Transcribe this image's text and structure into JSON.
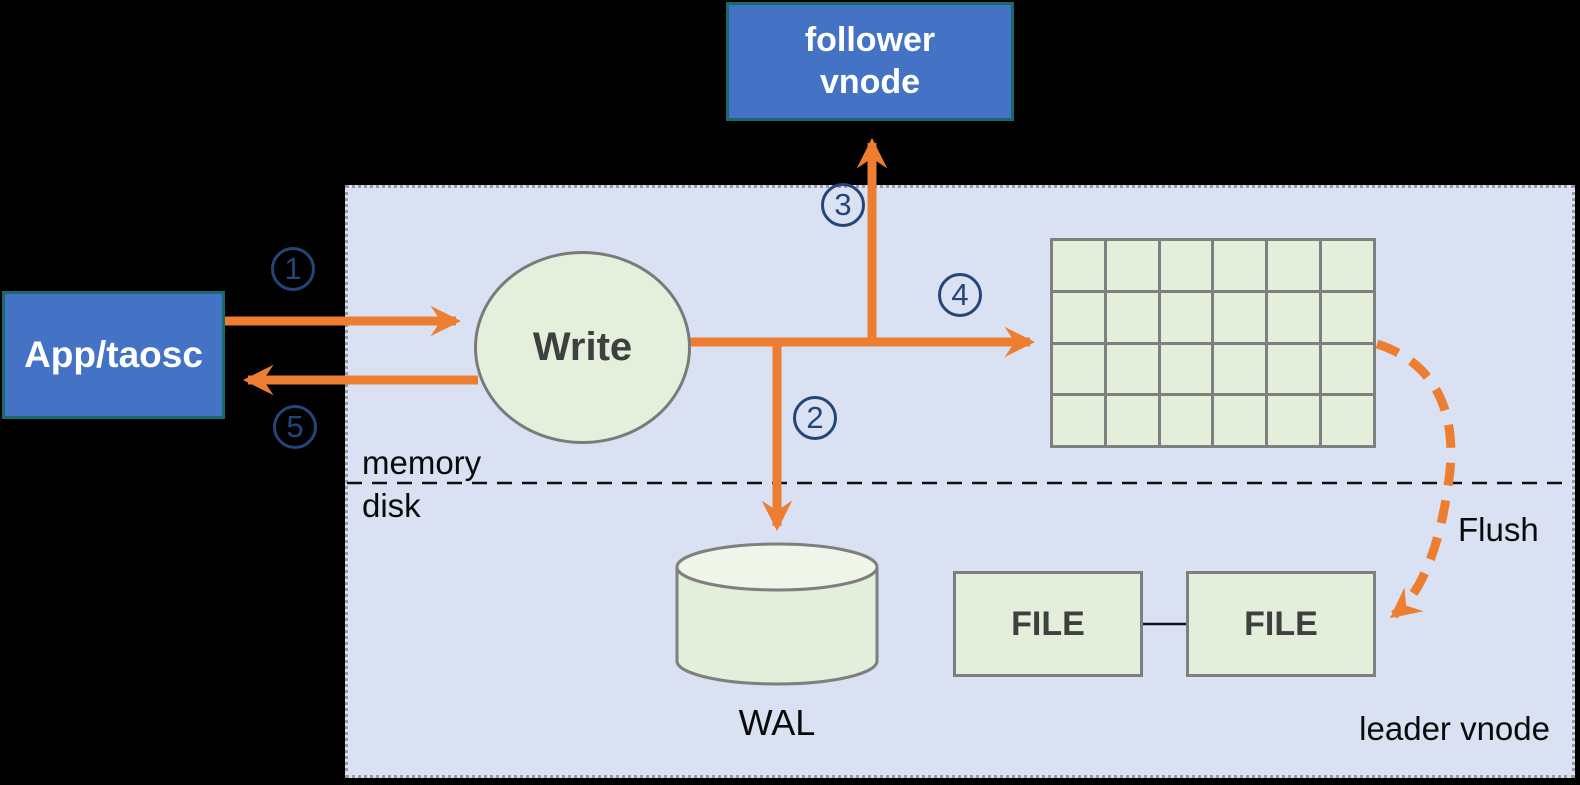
{
  "diagram": {
    "background_color": "#000000",
    "region_fill": "#DAE1F2",
    "accent_orange": "#ED7D31",
    "step_badge_color": "#234579",
    "node_blue_fill": "#4472C4",
    "node_blue_border": "#17696e",
    "node_green_fill": "#E3EFDA",
    "nodes": {
      "follower_vnode": {
        "label": "follower vnode"
      },
      "app_taosc": {
        "label": "App/taosc"
      },
      "write": {
        "label": "Write"
      },
      "wal": {
        "label": "WAL"
      },
      "file_left": {
        "label": "FILE"
      },
      "file_right": {
        "label": "FILE"
      },
      "leader_vnode": {
        "label": "leader vnode"
      }
    },
    "labels": {
      "memory": "memory",
      "disk": "disk",
      "flush": "Flush"
    },
    "steps": [
      {
        "label": "1"
      },
      {
        "label": "2"
      },
      {
        "label": "3"
      },
      {
        "label": "4"
      },
      {
        "label": "5"
      }
    ],
    "memtable_grid": {
      "rows": 4,
      "cols": 6
    }
  }
}
